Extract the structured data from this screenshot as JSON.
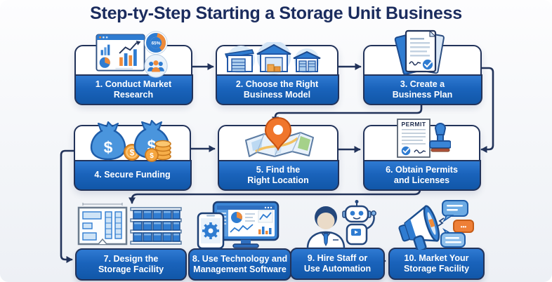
{
  "title": "Step-ty-Step Starting a Storage Unit Business",
  "steps": [
    {
      "label": "1. Conduct Market\nResearch"
    },
    {
      "label": "2. Choose the Right\nBusiness Model"
    },
    {
      "label": "3. Create a\nBusiness Plan"
    },
    {
      "label": "4. Secure Funding"
    },
    {
      "label": "5. Find the\nRight Location"
    },
    {
      "label": "6. Obtain Permits\nand Licenses"
    },
    {
      "label": "7. Design the\nStorage Facility"
    },
    {
      "label": "8. Use Technology and\nManagement Software"
    },
    {
      "label": "9. Hire Staff or\nUse Automation"
    },
    {
      "label": "10. Market Your\nStorage Facility"
    }
  ],
  "icon_text": {
    "market_share_pct": "65%",
    "permit_title": "PERMIT",
    "dollar": "$",
    "ellipsis": "•••"
  },
  "colors": {
    "navy": "#22335a",
    "band_blue_top": "#2f7ad0",
    "band_blue_bottom": "#1157a8",
    "accent_orange": "#ee8b3a",
    "title_navy": "#1b2c5e",
    "background": "#f4f6f9"
  }
}
